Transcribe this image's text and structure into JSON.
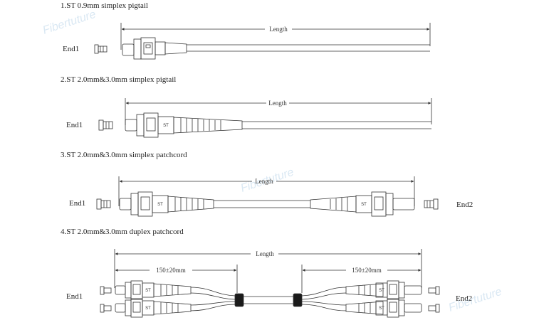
{
  "watermark": "Fibertuture",
  "connector_label": "ST",
  "sections": [
    {
      "id": "s1",
      "title": "1.ST 0.9mm simplex pigtail",
      "dim_label": "Length",
      "end1": "End1"
    },
    {
      "id": "s2",
      "title": "2.ST 2.0mm&3.0mm simplex pigtail",
      "dim_label": "Length",
      "end1": "End1"
    },
    {
      "id": "s3",
      "title": "3.ST 2.0mm&3.0mm simplex patchcord",
      "dim_label": "Length",
      "end1": "End1",
      "end2": "End2"
    },
    {
      "id": "s4",
      "title": "4.ST 2.0mm&3.0mm duplex patchcord",
      "dim_label": "Length",
      "breakout_left": "150±20mm",
      "breakout_right": "150±20mm",
      "end1": "End1",
      "end2": "End2"
    }
  ]
}
